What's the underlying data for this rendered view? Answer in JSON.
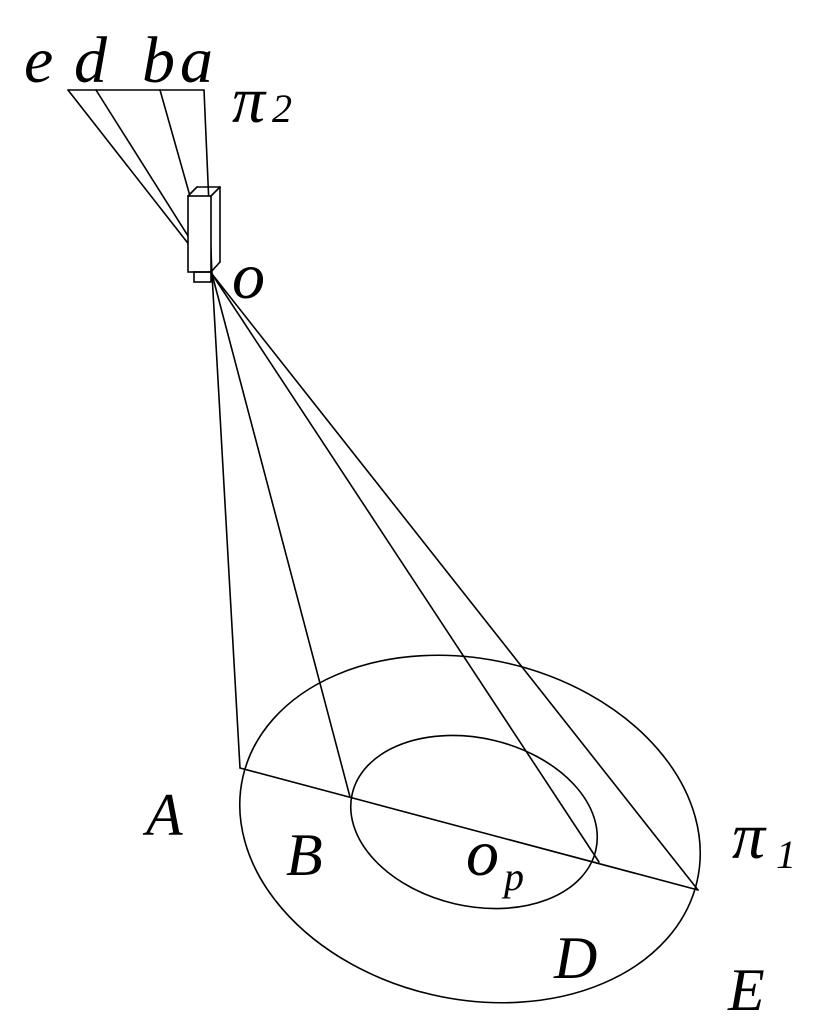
{
  "labels": {
    "e": "e",
    "d": "d",
    "b": "b",
    "a": "a",
    "pi": "π",
    "plane2_sub": "2",
    "plane1_sub": "1",
    "o": "o",
    "A": "A",
    "B": "B",
    "o_p_base": "o",
    "o_p_sub": "p",
    "D": "D",
    "E": "E"
  },
  "colors": {
    "stroke": "#000000",
    "background": "#ffffff"
  }
}
